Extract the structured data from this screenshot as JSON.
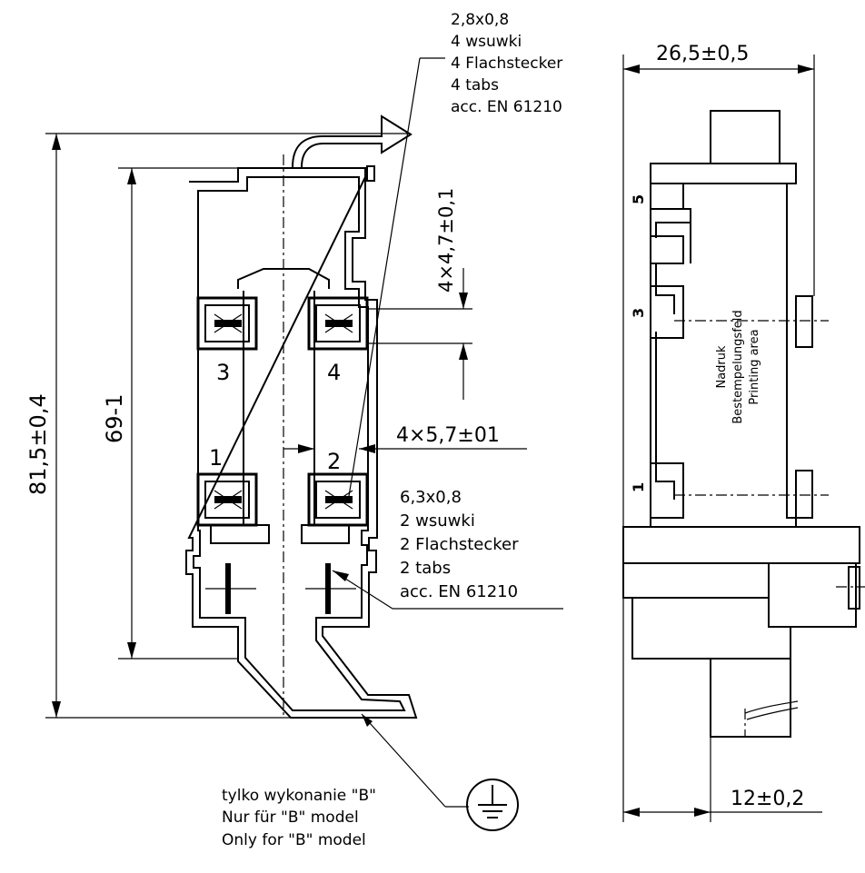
{
  "top_note": {
    "line1": "2,8x0,8",
    "line2": "4  wsuwki",
    "line3": "4  Flachstecker",
    "line4": "4  tabs",
    "line5": "acc.  EN  61210"
  },
  "dims": {
    "overall_height": "81,5±0,4",
    "inner_height": "69-1",
    "tab_pitch_v": "4×4,7±0,1",
    "tab_pitch_h": "4×5,7±01",
    "width": "26,5±0,5",
    "bottom_width": "12±0,2"
  },
  "terminals": {
    "t1": "1",
    "t2": "2",
    "t3": "3",
    "t4": "4"
  },
  "mid_note": {
    "line1": "6,3x0,8",
    "line2": "2    wsuwki",
    "line3": "2    Flachstecker",
    "line4": "2    tabs",
    "line5": "acc.  EN  61210"
  },
  "bottom_note": {
    "line1": "tylko  wykonanie  \"B\"",
    "line2": "Nur  für  \"B\"  model",
    "line3": "Only  for  \"B\"  model"
  },
  "print_area": {
    "line1": "Nadruk",
    "line2": "Bestempelungsfeld",
    "line3": "Printing  area"
  },
  "side_marks": {
    "m5": "5",
    "m3": "3",
    "m1": "1"
  },
  "icons": {
    "ground": "ground-symbol-icon"
  }
}
